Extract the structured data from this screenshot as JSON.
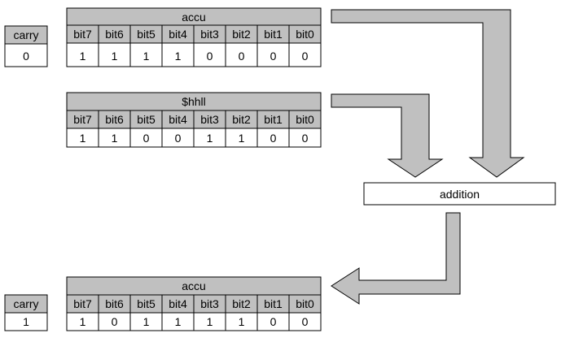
{
  "bit_labels": [
    "bit7",
    "bit6",
    "bit5",
    "bit4",
    "bit3",
    "bit2",
    "bit1",
    "bit0"
  ],
  "carry_label": "carry",
  "operation_label": "addition",
  "registers": {
    "accu_before": {
      "title": "accu",
      "bits": [
        "1",
        "1",
        "1",
        "1",
        "0",
        "0",
        "0",
        "0"
      ]
    },
    "operand": {
      "title": "$hhll",
      "bits": [
        "1",
        "1",
        "0",
        "0",
        "1",
        "1",
        "0",
        "0"
      ]
    },
    "accu_after": {
      "title": "accu",
      "bits": [
        "1",
        "0",
        "1",
        "1",
        "1",
        "1",
        "0",
        "0"
      ]
    }
  },
  "carry_before": "0",
  "carry_after": "1",
  "colors": {
    "header_fill": "#c0c0c0",
    "cell_fill": "#ffffff",
    "arrow_fill": "#c0c0c0",
    "stroke": "#000000"
  }
}
